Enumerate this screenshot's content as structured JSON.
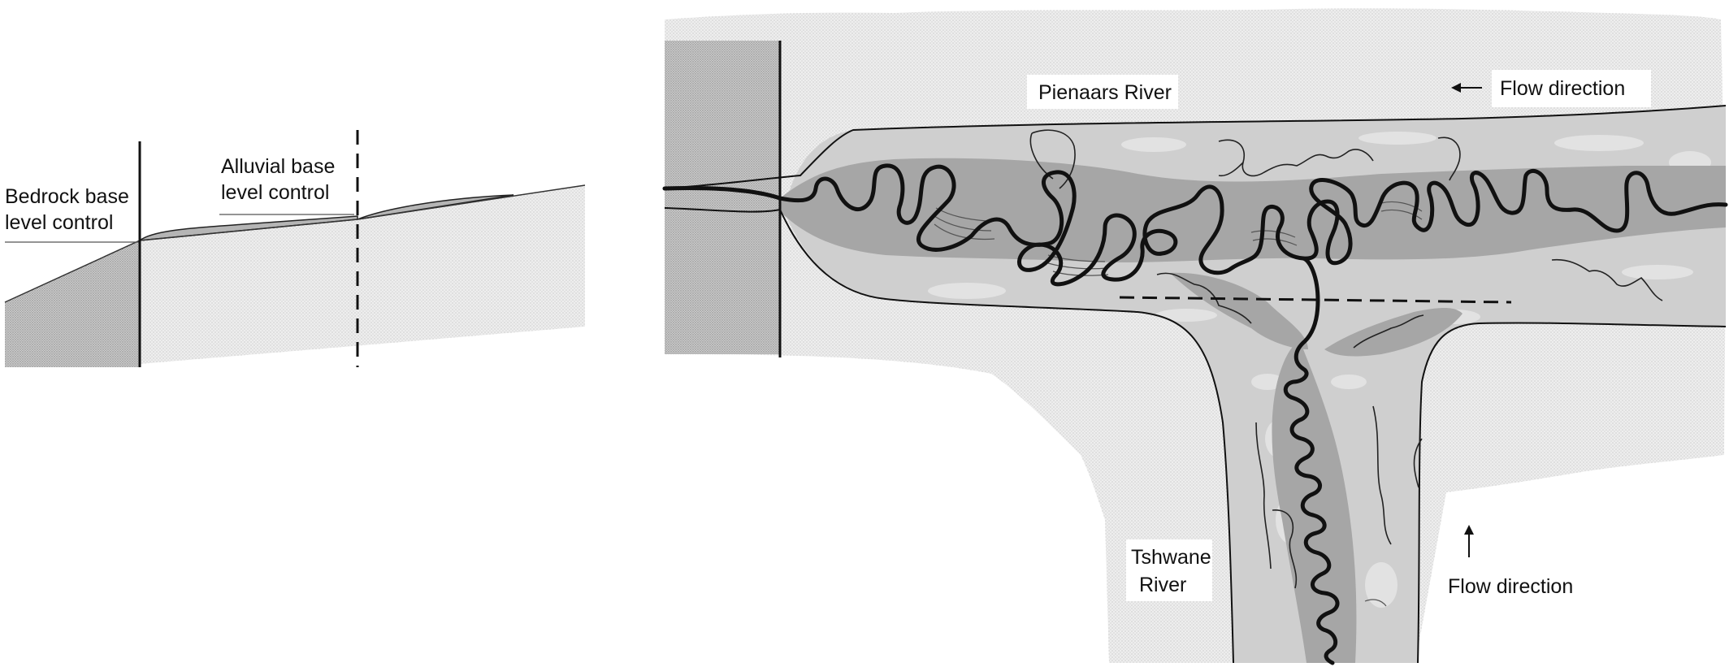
{
  "profile": {
    "bedrock_label_line1": "Bedrock base",
    "bedrock_label_line2": "level control",
    "alluvial_label_line1": "Alluvial base",
    "alluvial_label_line2": "level control"
  },
  "map": {
    "pienaars_label": "Pienaars River",
    "flow_top_label": "Flow direction",
    "tshwane_label_line1": "Tshwane",
    "tshwane_label_line2": "River",
    "flow_bottom_label": "Flow direction"
  },
  "colors": {
    "background": "#ffffff",
    "valley_fill": "#e4e4e4",
    "floodplain_fill": "#c9c9c9",
    "meander_belt_fill": "#a3a3a3",
    "light_patch_fill": "#dcdcdc",
    "bedrock_fill": "#bdbdbd",
    "channel_stroke": "#111111"
  }
}
